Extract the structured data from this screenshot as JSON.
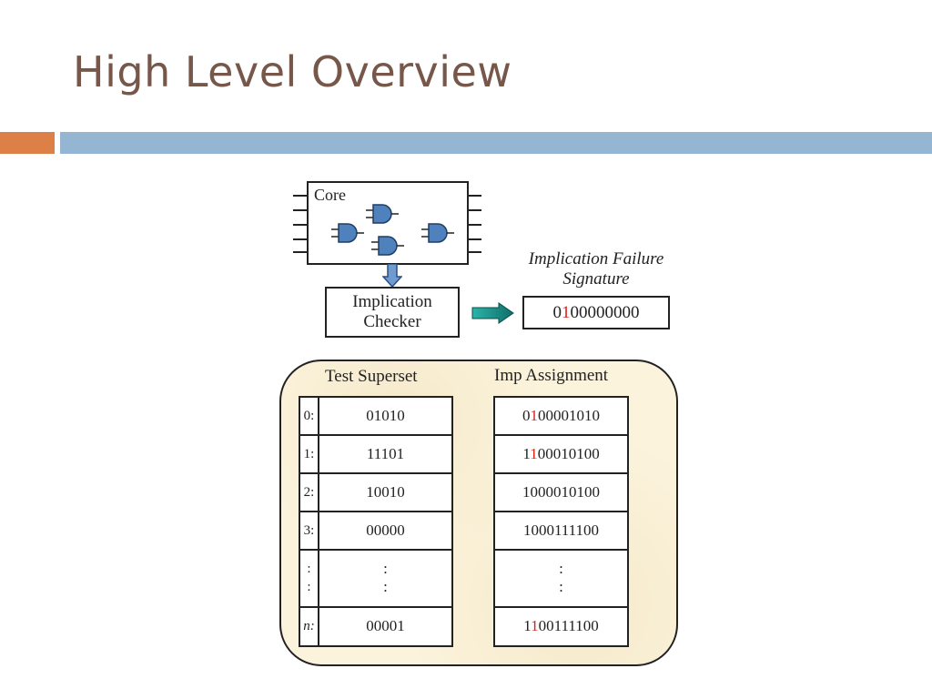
{
  "slide": {
    "title": "High Level Overview"
  },
  "diagram": {
    "core_label": "Core",
    "checker_lines": [
      "Implication",
      "Checker"
    ],
    "signature_title_lines": [
      "Implication Failure",
      "Signature"
    ],
    "signature": {
      "pre": "0",
      "hi": "1",
      "post": "00000000"
    },
    "superset_header": "Test Superset",
    "assign_header": "Imp Assignment",
    "superset_rows": [
      {
        "idx": "0:",
        "value": "01010"
      },
      {
        "idx": "1:",
        "value": "11101"
      },
      {
        "idx": "2:",
        "value": "10010"
      },
      {
        "idx": "3:",
        "value": "00000"
      },
      {
        "idx": ":",
        "value": ":"
      },
      {
        "idx": "n:",
        "value": "00001"
      }
    ],
    "assign_rows": [
      {
        "pre": "0",
        "hi": "1",
        "post": "00001010"
      },
      {
        "pre": "1",
        "hi": "1",
        "post": "00010100"
      },
      {
        "pre": "1000010100",
        "hi": "",
        "post": ""
      },
      {
        "pre": "1000111100",
        "hi": "",
        "post": ""
      },
      {
        "pre": ":",
        "hi": "",
        "post": ""
      },
      {
        "pre": "1",
        "hi": "1",
        "post": "00111100"
      }
    ],
    "colors": {
      "highlight": "#e0201a",
      "title": "#76574a",
      "accent_orange": "#dd8047",
      "accent_blue": "#94b6d2",
      "gate_fill": "#4f81bd",
      "arrow_teal": "#1e9e96"
    }
  }
}
